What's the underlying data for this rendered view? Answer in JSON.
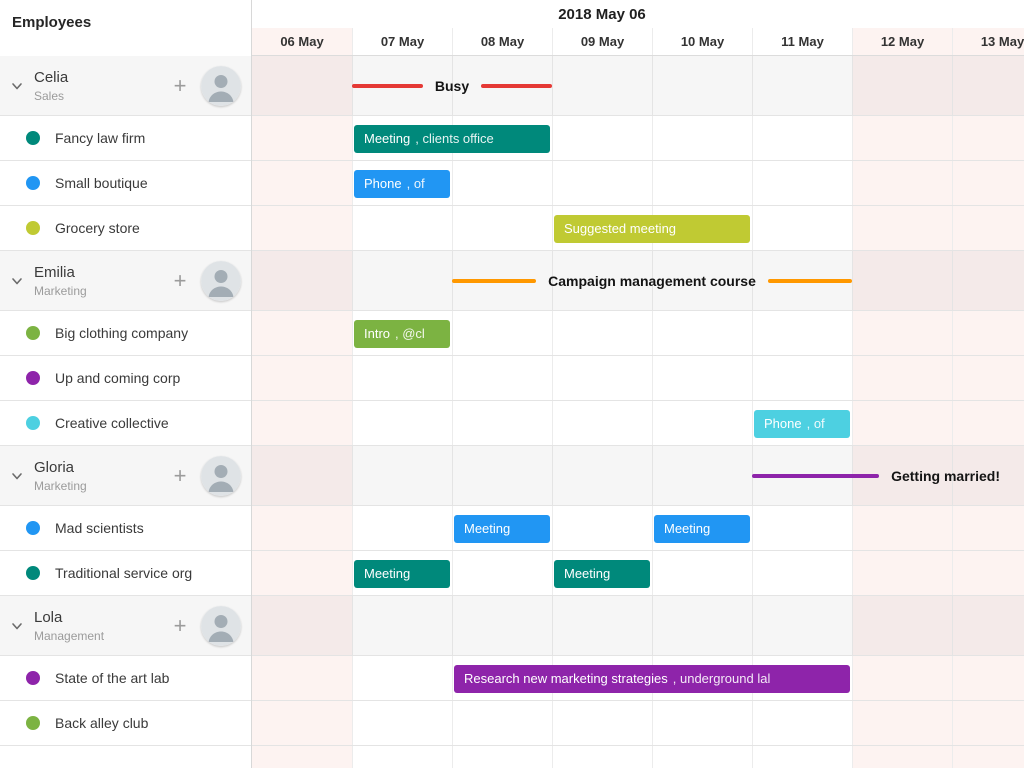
{
  "header": {
    "title": "2018 May 06"
  },
  "sidebar": {
    "title": "Employees"
  },
  "timeline": {
    "days": [
      {
        "label": "06 May",
        "weekend": true
      },
      {
        "label": "07 May",
        "weekend": false
      },
      {
        "label": "08 May",
        "weekend": false
      },
      {
        "label": "09 May",
        "weekend": false
      },
      {
        "label": "10 May",
        "weekend": false
      },
      {
        "label": "11 May",
        "weekend": false
      },
      {
        "label": "12 May",
        "weekend": true
      },
      {
        "label": "13 May",
        "weekend": true
      }
    ]
  },
  "rows": [
    {
      "type": "group",
      "name": "Celia",
      "role": "Sales"
    },
    {
      "type": "item",
      "name": "Fancy law firm",
      "dot_color": "#00897b"
    },
    {
      "type": "item",
      "name": "Small boutique",
      "dot_color": "#2196f3"
    },
    {
      "type": "item",
      "name": "Grocery store",
      "dot_color": "#c0ca33"
    },
    {
      "type": "group",
      "name": "Emilia",
      "role": "Marketing"
    },
    {
      "type": "item",
      "name": "Big clothing company",
      "dot_color": "#7cb342"
    },
    {
      "type": "item",
      "name": "Up and coming corp",
      "dot_color": "#8e24aa"
    },
    {
      "type": "item",
      "name": "Creative collective",
      "dot_color": "#4dd0e1"
    },
    {
      "type": "group",
      "name": "Gloria",
      "role": "Marketing"
    },
    {
      "type": "item",
      "name": "Mad scientists",
      "dot_color": "#2196f3"
    },
    {
      "type": "item",
      "name": "Traditional service org",
      "dot_color": "#00897b"
    },
    {
      "type": "group",
      "name": "Lola",
      "role": "Management"
    },
    {
      "type": "item",
      "name": "State of the art lab",
      "dot_color": "#8e24aa"
    },
    {
      "type": "item",
      "name": "Back alley club",
      "dot_color": "#7cb342"
    }
  ],
  "events": [
    {
      "kind": "line",
      "row": 0,
      "start": 1,
      "end": 3,
      "label": "Busy",
      "color": "#e53935",
      "text_position": "center"
    },
    {
      "kind": "bar",
      "row": 1,
      "start": 1,
      "span": 2,
      "label": "Meeting",
      "detail": ", clients office",
      "color": "#00897b"
    },
    {
      "kind": "bar",
      "row": 2,
      "start": 1,
      "span": 1,
      "label": "Phone",
      "detail": ", of",
      "color": "#2196f3"
    },
    {
      "kind": "bar",
      "row": 3,
      "start": 3,
      "span": 2,
      "label": "Suggested meeting",
      "detail": "",
      "color": "#c0ca33"
    },
    {
      "kind": "line",
      "row": 4,
      "start": 2,
      "end": 6,
      "label": "Campaign management course",
      "color": "#ff9800",
      "text_position": "center"
    },
    {
      "kind": "bar",
      "row": 5,
      "start": 1,
      "span": 1,
      "label": "Intro",
      "detail": ", @cl",
      "color": "#7cb342"
    },
    {
      "kind": "bar",
      "row": 7,
      "start": 5,
      "span": 1,
      "label": "Phone",
      "detail": ", of",
      "color": "#4dd0e1"
    },
    {
      "kind": "line",
      "row": 8,
      "start": 5,
      "end": 7.6,
      "label": "Getting married!",
      "color": "#8e24aa",
      "text_position": "after"
    },
    {
      "kind": "bar",
      "row": 9,
      "start": 2,
      "span": 1,
      "label": "Meeting",
      "detail": "",
      "color": "#2196f3"
    },
    {
      "kind": "bar",
      "row": 9,
      "start": 4,
      "span": 1,
      "label": "Meeting",
      "detail": "",
      "color": "#2196f3"
    },
    {
      "kind": "bar",
      "row": 10,
      "start": 1,
      "span": 1,
      "label": "Meeting",
      "detail": "",
      "color": "#00897b"
    },
    {
      "kind": "bar",
      "row": 10,
      "start": 3,
      "span": 1,
      "label": "Meeting",
      "detail": "",
      "color": "#00897b"
    },
    {
      "kind": "bar",
      "row": 12,
      "start": 2,
      "span": 4,
      "label": "Research new marketing strategies",
      "detail": ", underground lal",
      "color": "#8e24aa"
    }
  ],
  "theme": {
    "weekend_bg": "#fdf3f1",
    "group_row_bg": "#f6f6f6",
    "grid_line": "#ececec",
    "sidebar_divider": "#d8d8d8"
  }
}
